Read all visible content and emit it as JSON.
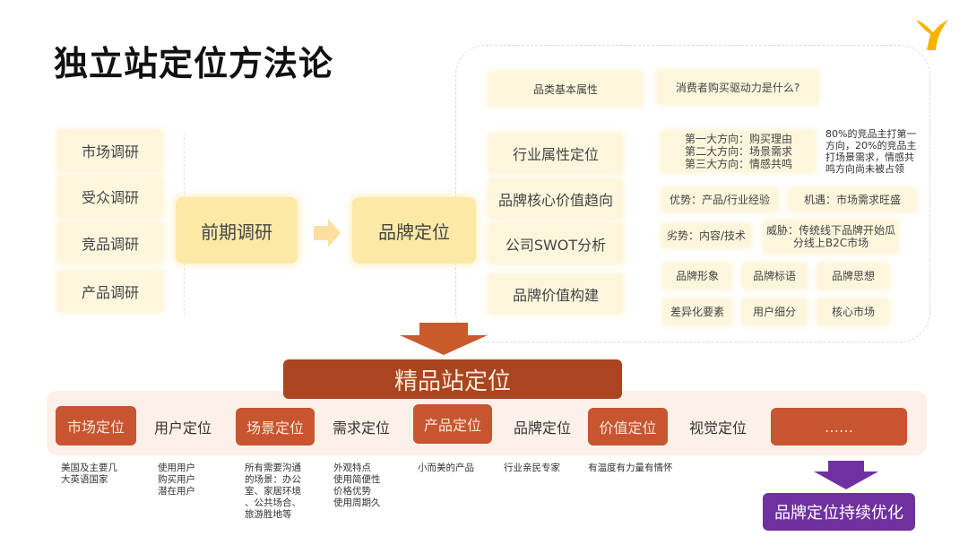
{
  "title": "独立站定位方法论",
  "research": {
    "items": [
      "市场调研",
      "受众调研",
      "竞品调研",
      "产品调研"
    ],
    "center": "前期调研"
  },
  "brand": "品牌定位",
  "brand_dims": {
    "header_attr": "品类基本属性",
    "header_question": "消费者购买驱动力是什么?",
    "rows": [
      "行业属性定位",
      "品牌核心价值趋向",
      "公司SWOT分析",
      "品牌价值构建"
    ],
    "directions": "第一大方向：购买理由\n第二大方向：场景需求\n第三大方向：情感共鸣",
    "competitor_note": "80%的竞品主打第一方向，20%的竞品主打场景需求，情感共鸣方向尚未被占领",
    "swot": {
      "strength": "优势：产品/行业经验",
      "opportunity": "机遇：市场需求旺盛",
      "weakness": "劣势：内容/技术",
      "threat": "威胁：传统线下品牌开始瓜分线上B2C市场"
    },
    "value_items": [
      "品牌形象",
      "品牌标语",
      "品牌思想",
      "差异化要素",
      "用户细分",
      "核心市场"
    ]
  },
  "premium": "精品站定位",
  "categories": [
    {
      "label": "市场定位",
      "style": "dark",
      "desc": "美国及主要几\n大英语国家"
    },
    {
      "label": "用户定位",
      "style": "light",
      "desc": "使用用户\n购买用户\n潜在用户"
    },
    {
      "label": "场景定位",
      "style": "dark",
      "desc": "所有需要沟通\n的场景：办公\n室、家居环境\n、公共场合、\n旅游胜地等"
    },
    {
      "label": "需求定位",
      "style": "light",
      "desc": "外观特点\n使用简便性\n价格优势\n使用周期久"
    },
    {
      "label": "产品定位",
      "style": "dark",
      "desc": "小而美的产品"
    },
    {
      "label": "品牌定位",
      "style": "light",
      "desc": "行业亲民专家"
    },
    {
      "label": "价值定位",
      "style": "dark",
      "desc": "有温度有力量有情怀"
    },
    {
      "label": "视觉定位",
      "style": "light",
      "desc": ""
    },
    {
      "label": "……",
      "style": "dark",
      "desc": ""
    }
  ],
  "optimize": "品牌定位持续优化",
  "colors": {
    "yellow": "#fde9a6",
    "pale_yellow": "#fdf6dd",
    "red_dark": "#a94520",
    "red": "#c65530",
    "purple": "#7030a0",
    "logo": "#f5b400"
  },
  "icons": [
    "logo-icon",
    "right-arrow-icon",
    "down-arrow-icon"
  ]
}
